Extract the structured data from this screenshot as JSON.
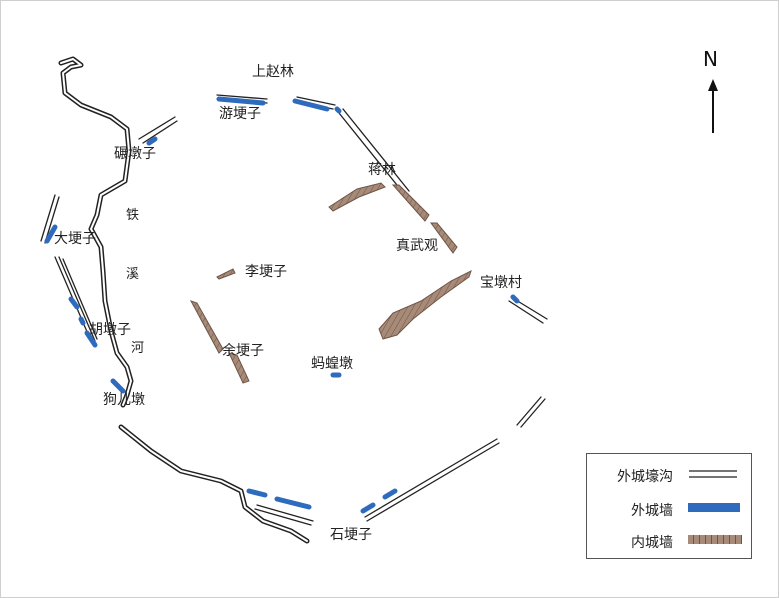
{
  "north_label": "N",
  "places": {
    "shangzhaolin": "上赵林",
    "yougengzi": "游埂子",
    "niandunzi": "碾墩子",
    "jianglin": "蒋林",
    "zhenwuguan": "真武观",
    "baoduncun": "宝墩村",
    "ligengzi": "李埂子",
    "dagengzi": "大埂子",
    "hudunzi": "胡墩子",
    "yugengzi": "余埂子",
    "mahuangdun": "蚂蝗墩",
    "gouerdun": "狗儿墩",
    "shigengzi": "石埂子"
  },
  "river": [
    "铁",
    "溪",
    "河"
  ],
  "legend": {
    "moat": "外城壕沟",
    "outer_wall": "外城墙",
    "inner_wall": "内城墙"
  },
  "colors": {
    "outer_wall": "#2f6bbd",
    "inner_wall": "#a88a78",
    "moat": "#222222"
  }
}
